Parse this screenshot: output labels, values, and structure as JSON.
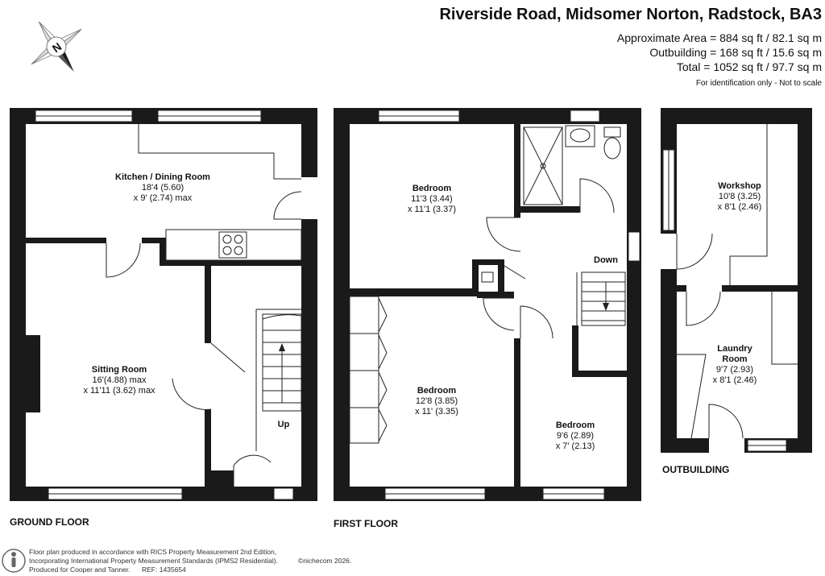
{
  "header": {
    "title": "Riverside Road, Midsomer Norton, Radstock, BA3",
    "area_main": "Approximate Area = 884 sq ft / 82.1 sq m",
    "area_outbuilding": "Outbuilding = 168 sq ft / 15.6 sq m",
    "area_total": "Total = 1052 sq ft / 97.7 sq m",
    "disclaimer": "For identification only - Not to scale"
  },
  "compass": {
    "label": "N",
    "icon": "compass-rose-icon"
  },
  "floors": {
    "ground": {
      "label": "GROUND FLOOR",
      "rooms": [
        {
          "name": "Kitchen / Dining Room",
          "dim1": "18'4 (5.60)",
          "dim2": "x 9' (2.74) max"
        },
        {
          "name": "Sitting Room",
          "dim1": "16'(4.88) max",
          "dim2": "x 11'11 (3.62) max"
        }
      ],
      "stairs_label": "Up"
    },
    "first": {
      "label": "FIRST FLOOR",
      "rooms": [
        {
          "name": "Bedroom",
          "dim1": "11'3 (3.44)",
          "dim2": "x 11'1 (3.37)"
        },
        {
          "name": "Bedroom",
          "dim1": "12'8 (3.85)",
          "dim2": "x 11' (3.35)"
        },
        {
          "name": "Bedroom",
          "dim1": "9'6 (2.89)",
          "dim2": "x 7' (2.13)"
        }
      ],
      "stairs_label": "Down"
    },
    "outbuilding": {
      "label": "OUTBUILDING",
      "rooms": [
        {
          "name": "Workshop",
          "dim1": "10'8 (3.25)",
          "dim2": "x 8'1 (2.46)"
        },
        {
          "name": "Laundry",
          "name2": "Room",
          "dim1": "9'7 (2.93)",
          "dim2": "x 8'1 (2.46)"
        }
      ]
    }
  },
  "footer": {
    "line1": "Floor plan produced in accordance with RICS Property Measurement 2nd Edition,",
    "line2": "Incorporating International Property Measurement Standards (IPMS2 Residential).",
    "copyright": "©nichecom 2026.",
    "line3": "Produced for Cooper and Tanner.",
    "ref": "REF:  1435654",
    "logo_icon": "person-logo-icon"
  },
  "colors": {
    "wall": "#1a1a1a",
    "line": "#222222",
    "background": "#ffffff"
  }
}
